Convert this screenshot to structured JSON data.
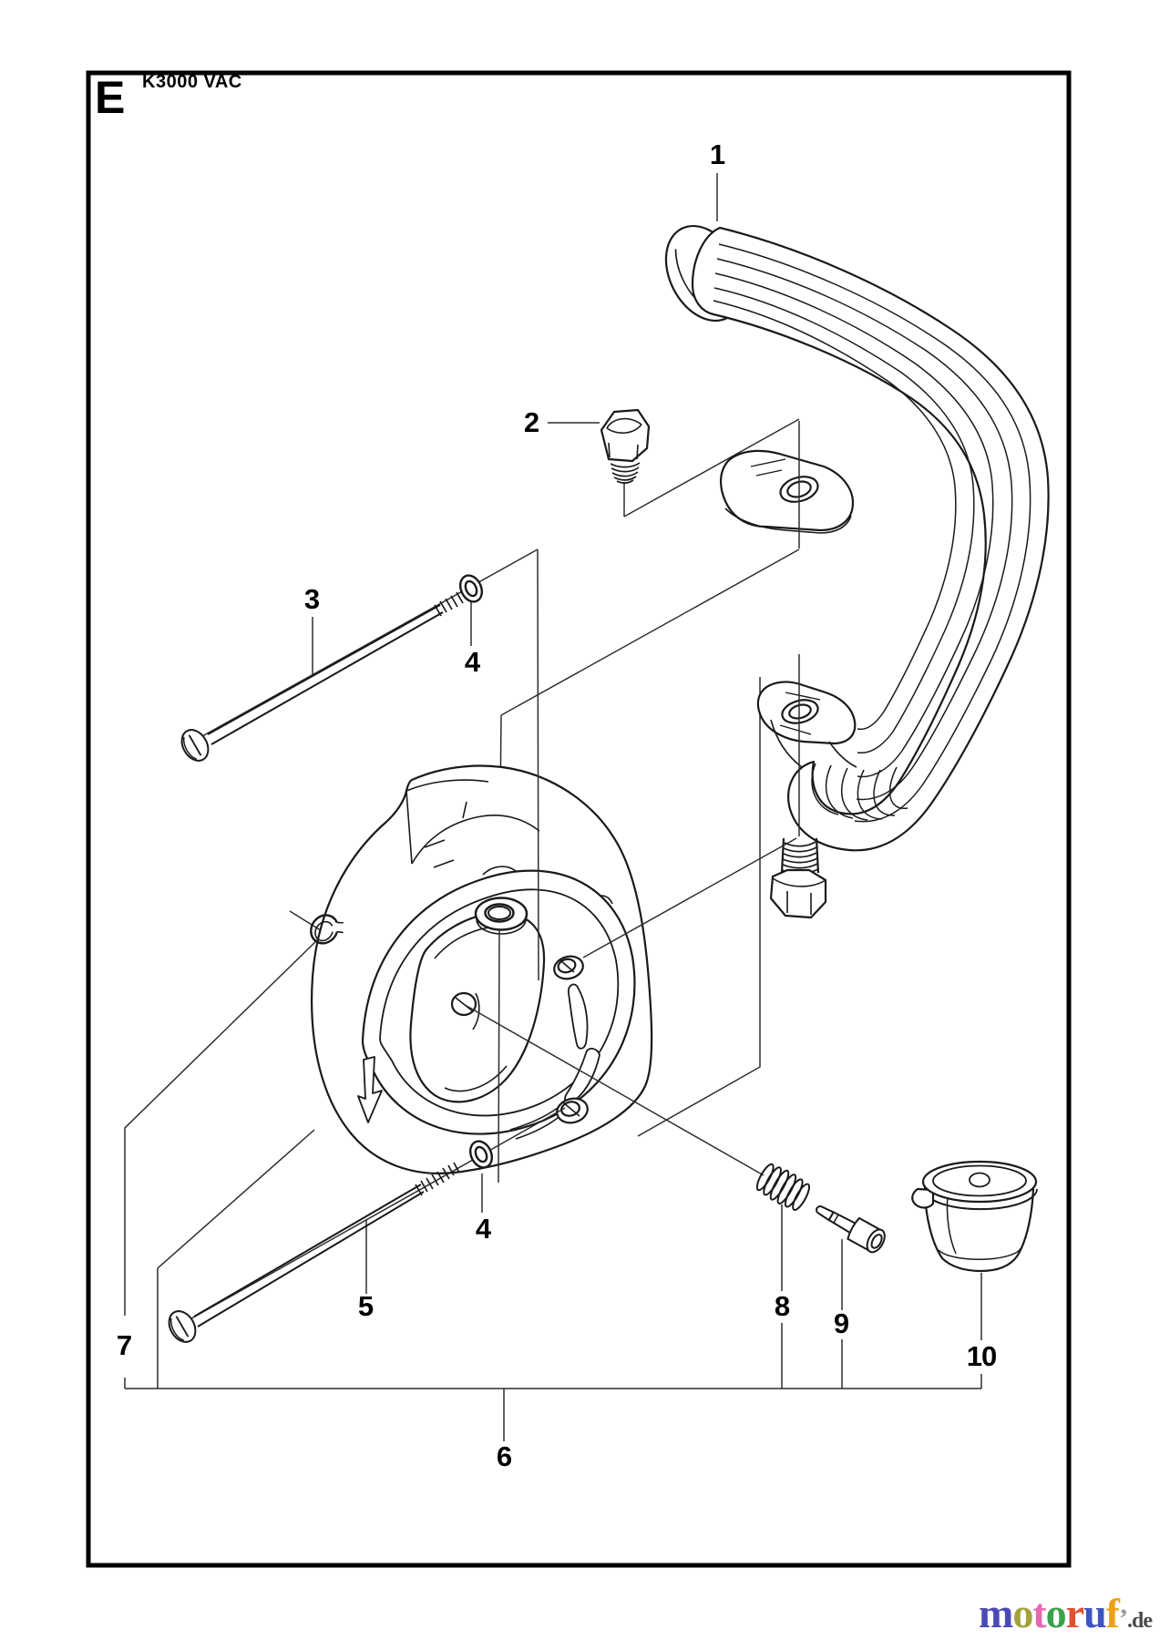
{
  "title_block": {
    "section_letter": "E",
    "model": "K3000 VAC"
  },
  "callouts": [
    {
      "part": "front-handle",
      "label": "1"
    },
    {
      "part": "hex-bolt-upper",
      "label": "2"
    },
    {
      "part": "long-screw-upper",
      "label": "3"
    },
    {
      "part": "washer-upper",
      "label": "4"
    },
    {
      "part": "washer-lower",
      "label": "4"
    },
    {
      "part": "long-screw-lower",
      "label": "5"
    },
    {
      "part": "assembly-group",
      "label": "6"
    },
    {
      "part": "retaining-clip",
      "label": "7"
    },
    {
      "part": "spring",
      "label": "8"
    },
    {
      "part": "shoulder-screw",
      "label": "9"
    },
    {
      "part": "protection-cap",
      "label": "10"
    }
  ],
  "drawing": {
    "stroke_color": "#1a1a1a",
    "leader_color": "#2e2e2e",
    "border_color": "#000000"
  },
  "watermark": {
    "letters": [
      {
        "char": "m",
        "color": "#4b4bb7"
      },
      {
        "char": "o",
        "color": "#a3a33c"
      },
      {
        "char": "t",
        "color": "#e668b0"
      },
      {
        "char": "o",
        "color": "#3ba14b"
      },
      {
        "char": "r",
        "color": "#e2502f"
      },
      {
        "char": "u",
        "color": "#3d55c4"
      },
      {
        "char": "f",
        "color": "#eda019"
      }
    ],
    "tick": "’",
    "tick_color": "#9a9a9a",
    "suffix": ".de",
    "suffix_color": "#4a4a4a"
  }
}
